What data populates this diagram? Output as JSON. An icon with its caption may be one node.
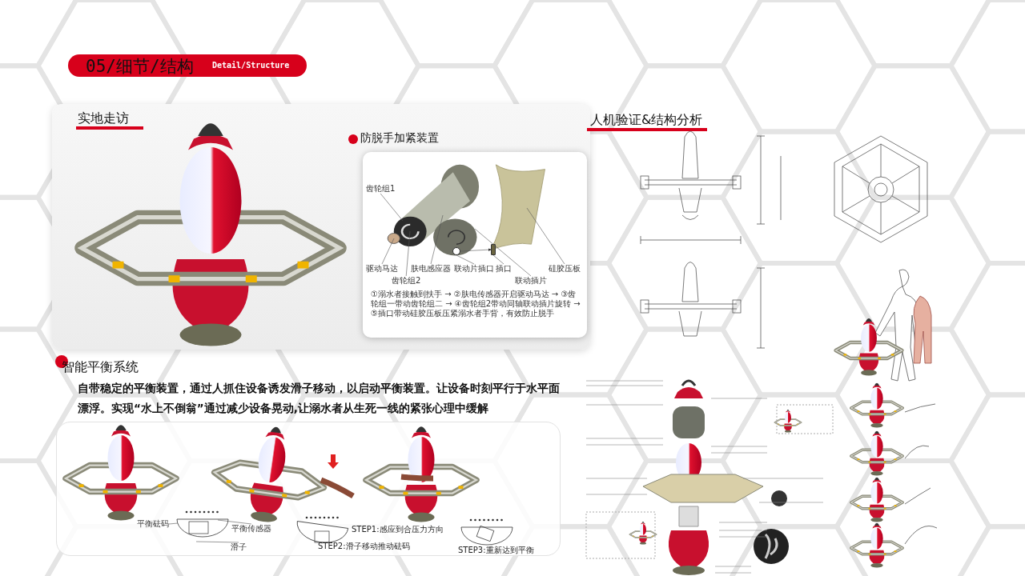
{
  "diagram": {
    "nodes": [
      {
        "text": [
          "05/细节/结构",
          "Detail/Structure"
        ]
      },
      {
        "text": [
          "实地走访"
        ]
      },
      {
        "in": 1,
        "text": [
          "防脱手加紧装置",
          "①溺水者接触到扶手 → ②肤电传感器开启驱动马达 → ③齿轮组一带动齿轮组二 → ④齿轮组2带动同轴联动插片旋转 → ⑤插口带动硅胶压板压紧溺水者手背，有效防止脱手"
        ]
      },
      {
        "text": [
          "齿轮组1"
        ],
        "in": 2
      },
      {
        "text": [
          "驱动马达"
        ],
        "in": 2
      },
      {
        "text": [
          "齿轮组2"
        ],
        "in": 2
      },
      {
        "text": [
          "肤电感应器"
        ],
        "in": 2
      },
      {
        "text": [
          "联动插片"
        ],
        "in": 2
      },
      {
        "text": [
          "联动片插口"
        ],
        "in": 2
      },
      {
        "text": [
          "插口"
        ],
        "in": 2
      },
      {
        "text": [
          "硅胶压板"
        ],
        "in": 2
      },
      {
        "text": [
          "智能平衡系统",
          "自带稳定的平衡装置，通过人抓住设备诱发滑子移动，以启动平衡装置。让设备时刻平行于水平面漂浮。实现“水上不倒翁”通过减少设备晃动,让溺水者从生死一线的紧张心理中缓解"
        ]
      },
      {
        "text": [
          "平衡砝码"
        ],
        "in": 11
      },
      {
        "text": [
          "平衡传感器"
        ],
        "in": 11
      },
      {
        "text": [
          "滑子"
        ],
        "in": 11
      },
      {
        "text": [],
        "shape": "circle",
        "in": 2
      },
      {
        "text": [],
        "shape": "bar",
        "in": 2
      }
    ],
    "edges": [
      {
        "from": 3,
        "to": null,
        "arrow": "none"
      },
      {
        "from": 4,
        "to": null,
        "arrow": "none"
      },
      {
        "from": 5,
        "to": null,
        "arrow": "none"
      },
      {
        "from": 6,
        "to": null,
        "arrow": "none"
      },
      {
        "from": 7,
        "to": null,
        "arrow": "none"
      },
      {
        "from": 8,
        "to": 15,
        "arrow": "none"
      },
      {
        "from": 9,
        "to": 16,
        "arrow": "none"
      },
      {
        "from": 10,
        "to": null,
        "arrow": "none"
      },
      {
        "from": 12,
        "to": null,
        "arrow": "none"
      },
      {
        "from": 13,
        "to": null,
        "arrow": "none"
      },
      {
        "from": 14,
        "to": null,
        "arrow": "none"
      },
      {
        "from": 15,
        "to": 16,
        "arrow": "to"
      }
    ],
    "labels": [
      "人机验证&结构分析",
      "STEP1:感应到合压力方向",
      "STEP2:滑子移动推动砝码",
      "STEP3:重新达到平衡"
    ]
  }
}
